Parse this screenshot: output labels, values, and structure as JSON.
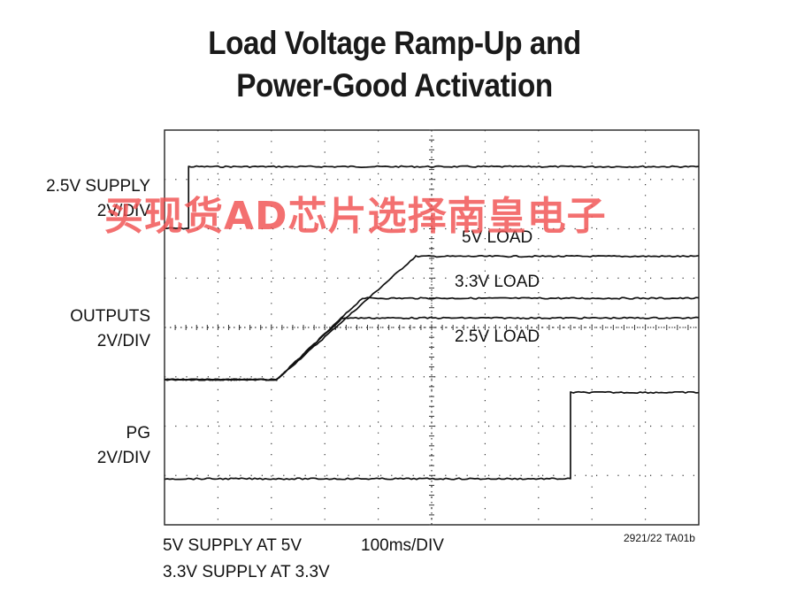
{
  "title_line1": "Load Voltage Ramp-Up and",
  "title_line2": "Power-Good Activation",
  "channels": {
    "supply": {
      "name": "2.5V SUPPLY",
      "scale": "2V/DIV"
    },
    "outputs": {
      "name": "OUTPUTS",
      "scale": "2V/DIV"
    },
    "pg": {
      "name": "PG",
      "scale": "2V/DIV"
    }
  },
  "trace_labels": {
    "load5": "5V LOAD",
    "load33": "3.3V LOAD",
    "load25": "2.5V LOAD"
  },
  "footer": {
    "line1": "5V SUPPLY AT 5V",
    "line2": "3.3V SUPPLY AT 3.3V",
    "timebase": "100ms/DIV",
    "ref": "2921/22 TA01b"
  },
  "watermark": "买现货AD芯片选择南皇电子",
  "chart_data": {
    "type": "line",
    "x_unit": "ms",
    "xlim": [
      0,
      1000
    ],
    "divisions": {
      "x": 10,
      "y": 8
    },
    "grid": true,
    "series": [
      {
        "name": "2.5V SUPPLY",
        "x": [
          0,
          45,
          45,
          1000
        ],
        "y": [
          0,
          0,
          2.5,
          2.5
        ]
      },
      {
        "name": "5V LOAD",
        "x": [
          0,
          210,
          470,
          1000
        ],
        "y": [
          0,
          0,
          5,
          5
        ]
      },
      {
        "name": "3.3V LOAD",
        "x": [
          0,
          210,
          370,
          1000
        ],
        "y": [
          0,
          0,
          3.3,
          3.3
        ]
      },
      {
        "name": "2.5V LOAD",
        "x": [
          0,
          210,
          333,
          1000
        ],
        "y": [
          0,
          0,
          2.5,
          2.5
        ]
      },
      {
        "name": "PG",
        "x": [
          0,
          760,
          760,
          1000
        ],
        "y": [
          0,
          0,
          3.5,
          3.5
        ]
      }
    ]
  }
}
